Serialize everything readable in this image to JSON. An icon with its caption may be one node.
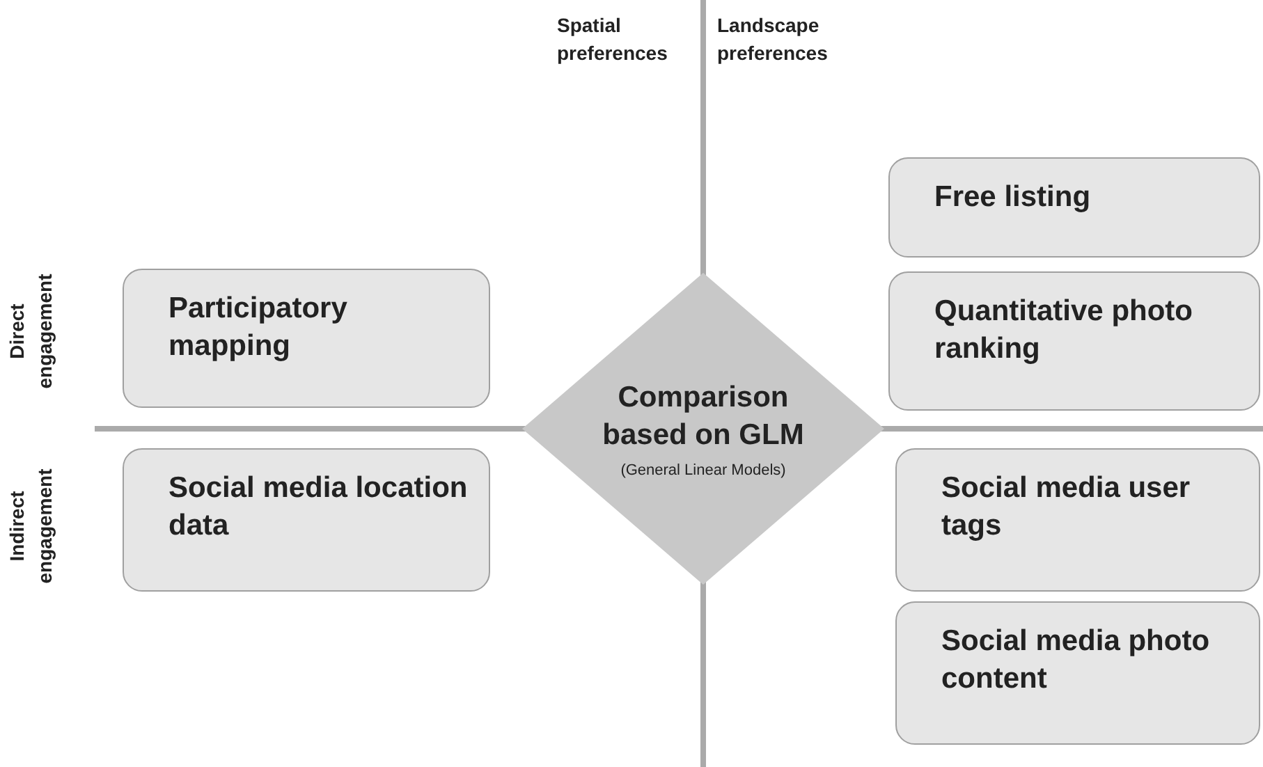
{
  "diagram": {
    "nodes": [
      {
        "text": [
          "Comparison based on GLM",
          "(General Linear Models)"
        ]
      },
      {
        "text": [
          "Participatory mapping"
        ]
      },
      {
        "text": [
          "Social media location data"
        ]
      },
      {
        "text": [
          "Free listing"
        ]
      },
      {
        "text": [
          "Quantitative photo ranking"
        ]
      },
      {
        "text": [
          "Social media user tags"
        ]
      },
      {
        "text": [
          "Social media photo content"
        ]
      }
    ],
    "labels": [
      "Spatial preferences",
      "Landscape preferences",
      "Direct engagement",
      "Indirect engagement"
    ]
  }
}
